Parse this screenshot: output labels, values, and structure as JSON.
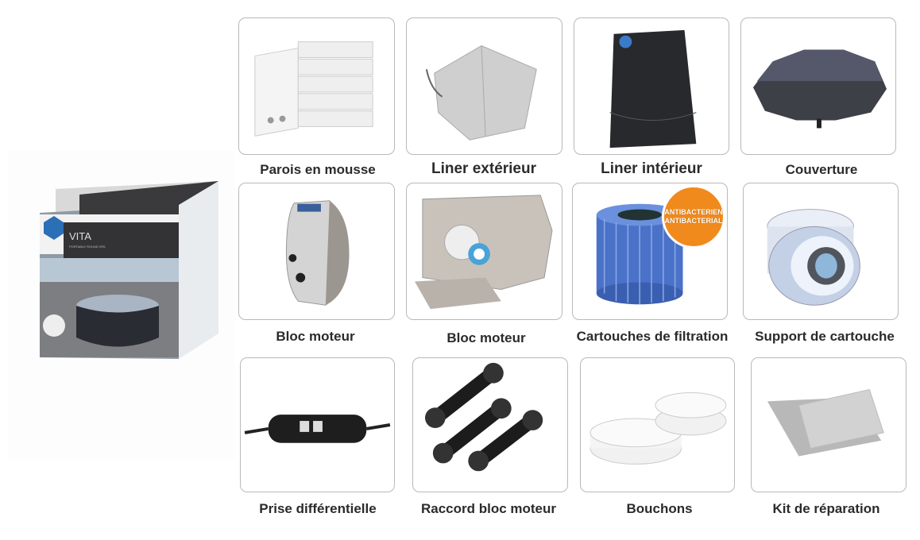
{
  "product_box": {
    "brand": "VITA",
    "subtitle": "PORTABLE ROUND SPA"
  },
  "items": [
    {
      "label": "Parois en mousse",
      "icon": "foam-walls"
    },
    {
      "label": "Liner extérieur",
      "icon": "outer-liner"
    },
    {
      "label": "Liner intérieur",
      "icon": "inner-liner"
    },
    {
      "label": "Couverture",
      "icon": "cover"
    },
    {
      "label": "Bloc moteur",
      "icon": "motor-unit"
    },
    {
      "label": "Bloc moteur",
      "icon": "motor-unit-open"
    },
    {
      "label": "Cartouches de filtration",
      "icon": "filter-cartridge",
      "badge": "ANTIBACTERIEN ANTIBACTERIAL"
    },
    {
      "label": "Support de cartouche",
      "icon": "cartridge-holder"
    },
    {
      "label": "Prise différentielle",
      "icon": "rcd-plug"
    },
    {
      "label": "Raccord bloc moteur",
      "icon": "motor-connectors"
    },
    {
      "label": "Bouchons",
      "icon": "caps"
    },
    {
      "label": "Kit de réparation",
      "icon": "repair-kit"
    }
  ]
}
